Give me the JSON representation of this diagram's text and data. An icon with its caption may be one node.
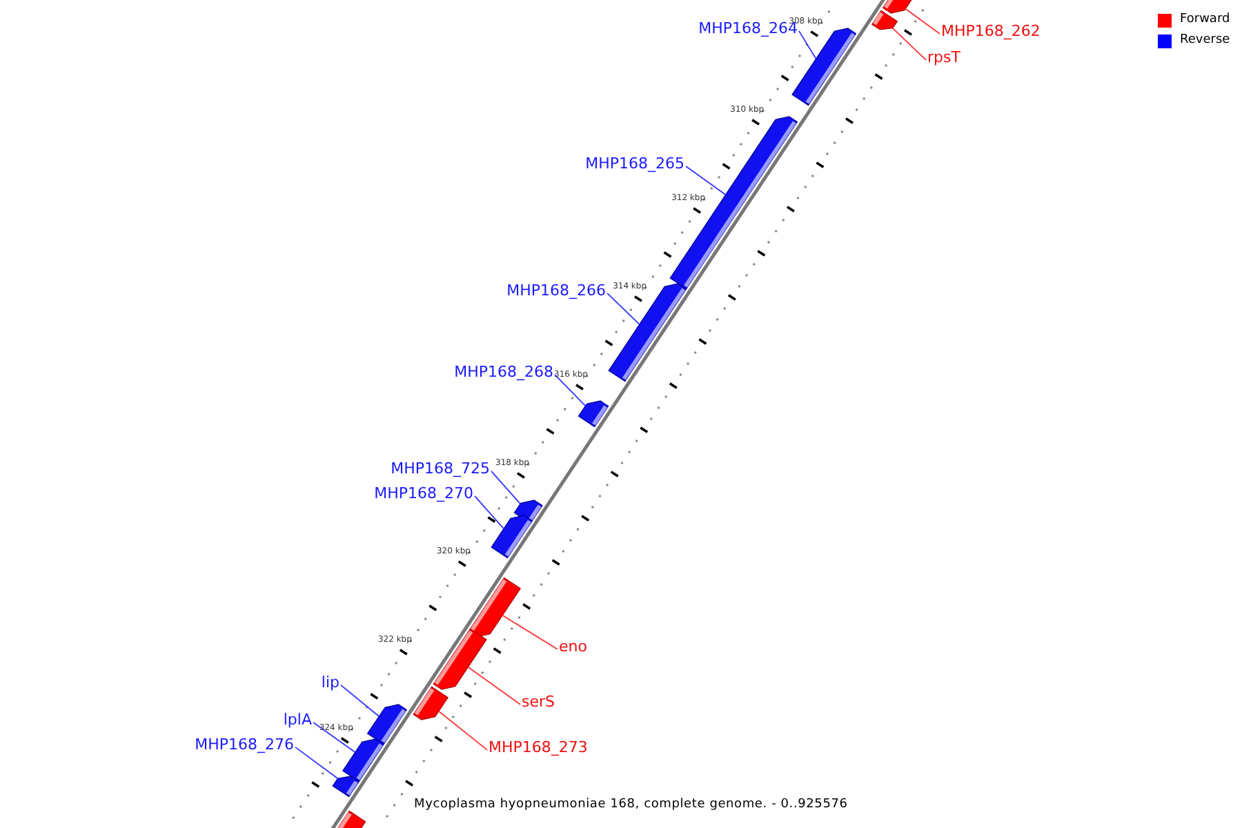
{
  "diagram": {
    "caption": "Mycoplasma hyopneumoniae 168, complete genome. - 0..925576",
    "nodes": [
      {
        "text": [
          "MHP168_262"
        ]
      },
      {
        "text": [],
        "shape": "bar"
      },
      {
        "text": [
          "rpsT"
        ]
      },
      {
        "text": [],
        "shape": "bar"
      },
      {
        "text": [
          "MHP168_264"
        ]
      },
      {
        "text": [],
        "shape": "bar"
      },
      {
        "text": [
          "MHP168_265"
        ]
      },
      {
        "text": [],
        "shape": "bar"
      },
      {
        "text": [
          "MHP168_266"
        ]
      },
      {
        "text": [],
        "shape": "bar"
      },
      {
        "text": [
          "MHP168_268"
        ]
      },
      {
        "text": [],
        "shape": "bar"
      },
      {
        "text": [
          "MHP168_725"
        ]
      },
      {
        "text": [],
        "shape": "bar"
      },
      {
        "text": [
          "MHP168_270"
        ]
      },
      {
        "text": [],
        "shape": "bar"
      },
      {
        "text": [
          "eno"
        ]
      },
      {
        "text": [],
        "shape": "bar"
      },
      {
        "text": [
          "lip"
        ]
      },
      {
        "text": [],
        "shape": "bar"
      },
      {
        "text": [
          "serS"
        ]
      },
      {
        "text": [],
        "shape": "bar"
      },
      {
        "text": [
          "lplA"
        ]
      },
      {
        "text": [],
        "shape": "bar"
      },
      {
        "text": [
          "MHP168_276"
        ]
      },
      {
        "text": [],
        "shape": "bar"
      },
      {
        "text": [
          "MHP168_273"
        ]
      },
      {
        "text": [],
        "shape": "bar"
      }
    ],
    "edges": [
      {
        "from": 0,
        "to": 1,
        "arrow": "none",
        "color": "#ff3333"
      },
      {
        "from": 2,
        "to": 3,
        "arrow": "none",
        "color": "#ff3333"
      },
      {
        "from": 4,
        "to": 5,
        "arrow": "none"
      },
      {
        "from": 6,
        "to": 7,
        "arrow": "none"
      },
      {
        "from": 8,
        "to": 9,
        "arrow": "none"
      },
      {
        "from": 10,
        "to": 11,
        "arrow": "none"
      },
      {
        "from": 12,
        "to": 13,
        "arrow": "none"
      },
      {
        "from": 14,
        "to": 15,
        "arrow": "none"
      },
      {
        "from": 16,
        "to": 17,
        "arrow": "none",
        "color": "#ff3333"
      },
      {
        "from": 18,
        "to": 19,
        "arrow": "none"
      },
      {
        "from": 20,
        "to": 21,
        "arrow": "none",
        "color": "#ff3333"
      },
      {
        "from": 22,
        "to": 23,
        "arrow": "none"
      },
      {
        "from": 24,
        "to": 25,
        "arrow": "none"
      },
      {
        "from": 26,
        "to": 27,
        "arrow": "none",
        "color": "#ff3333"
      }
    ],
    "labels": [
      "308 kbp",
      "310 kbp",
      "312 kbp",
      "314 kbp",
      "316 kbp",
      "318 kbp",
      "320 kbp",
      "322 kbp",
      "324 kbp"
    ],
    "legend": [
      {
        "text": "Forward",
        "color": "#ff0000"
      },
      {
        "text": "Reverse",
        "color": "#0000ff"
      }
    ]
  }
}
